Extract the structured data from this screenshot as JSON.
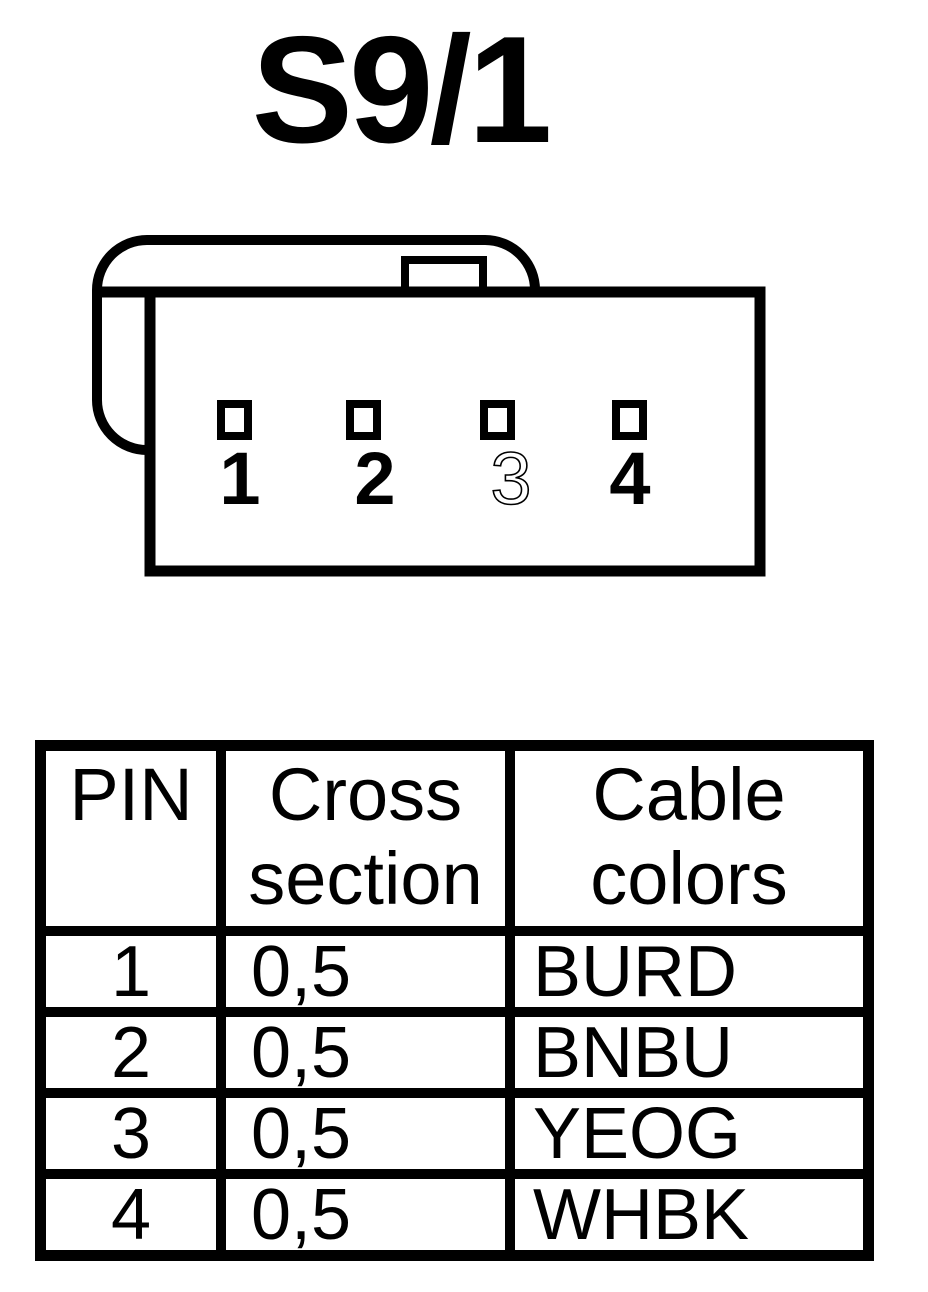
{
  "title": "S9/1",
  "connector": {
    "pins": [
      {
        "number": "1",
        "style": "solid"
      },
      {
        "number": "2",
        "style": "solid"
      },
      {
        "number": "3",
        "style": "outline"
      },
      {
        "number": "4",
        "style": "solid"
      }
    ]
  },
  "table": {
    "headers": [
      "PIN",
      "Cross section",
      "Cable colors"
    ],
    "rows": [
      {
        "pin": "1",
        "cross_section": "0,5",
        "cable_color": "BURD"
      },
      {
        "pin": "2",
        "cross_section": "0,5",
        "cable_color": "BNBU"
      },
      {
        "pin": "3",
        "cross_section": "0,5",
        "cable_color": "YEOG"
      },
      {
        "pin": "4",
        "cross_section": "0,5",
        "cable_color": "WHBK"
      }
    ]
  }
}
